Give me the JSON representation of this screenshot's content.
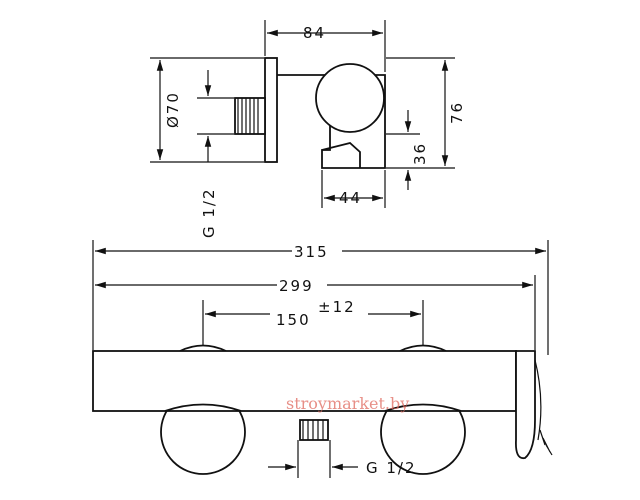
{
  "top_view": {
    "dim_width": "84",
    "dim_diameter": "Ø70",
    "dim_height": "76",
    "dim_offset": "36",
    "dim_outlet": "44",
    "thread_label": "G 1/2"
  },
  "front_view": {
    "dim_overall": "315",
    "dim_body": "299",
    "dim_centers": "150",
    "dim_tolerance": "±12",
    "thread_label": "G 1/2"
  },
  "watermark": "stroymarket.by"
}
